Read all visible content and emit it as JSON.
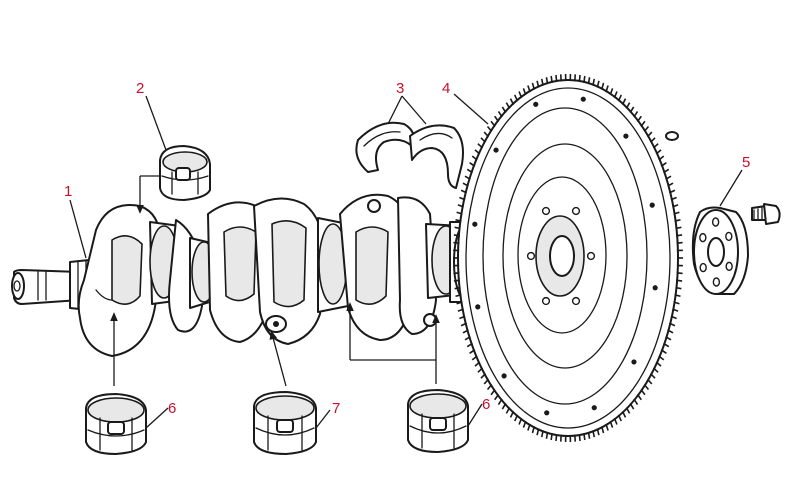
{
  "callouts": [
    {
      "id": "1",
      "part": "crankshaft"
    },
    {
      "id": "2",
      "part": "upper-main-bearing-shell"
    },
    {
      "id": "3",
      "part": "thrust-washers"
    },
    {
      "id": "4",
      "part": "flywheel"
    },
    {
      "id": "5",
      "part": "flywheel-retaining-plate"
    },
    {
      "id": "6",
      "part": "main-bearing-shell"
    },
    {
      "id": "7",
      "part": "centre-main-bearing-shell"
    },
    {
      "id": "6",
      "part": "rear-main-bearing-shell"
    }
  ],
  "colors": {
    "callout_text": "#c8102e",
    "line": "#1a1a1a",
    "background": "#ffffff"
  }
}
